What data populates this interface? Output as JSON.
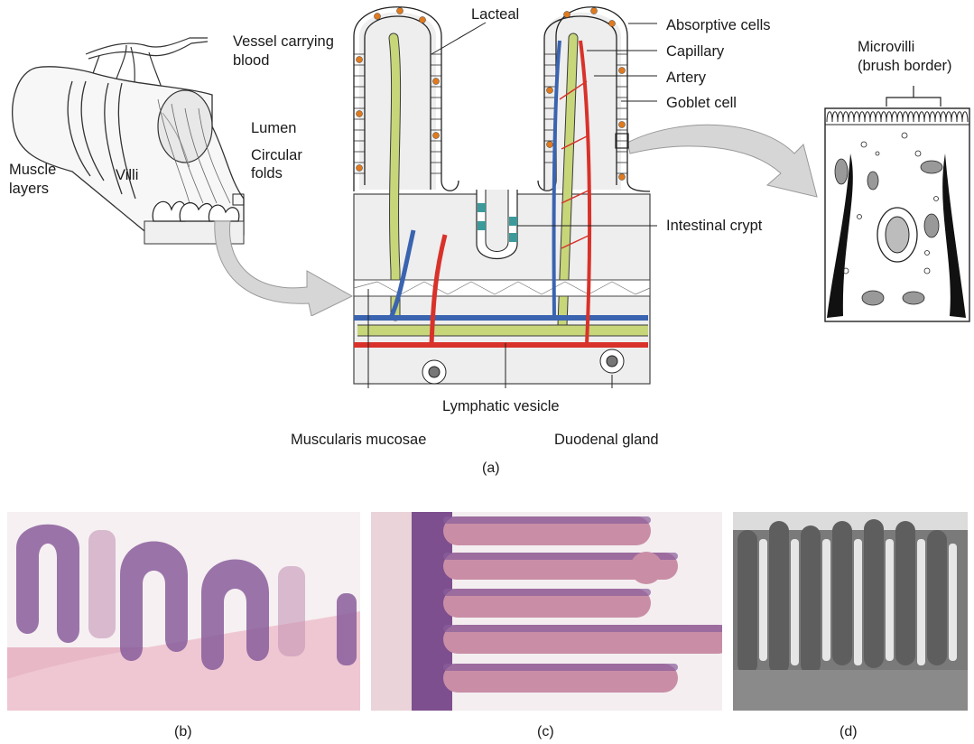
{
  "figure": {
    "panel_a": {
      "caption": "(a)",
      "labels": {
        "vessel": [
          "Vessel carrying",
          "blood"
        ],
        "lumen": "Lumen",
        "circular_folds": [
          "Circular",
          "folds"
        ],
        "muscle_layers": [
          "Muscle",
          "layers"
        ],
        "villi": "Villi",
        "lacteal": "Lacteal",
        "absorptive_cells": "Absorptive cells",
        "capillary": "Capillary",
        "artery": "Artery",
        "goblet_cell": "Goblet cell",
        "intestinal_crypt": "Intestinal crypt",
        "lymphatic_vesicle": "Lymphatic vesicle",
        "muscularis_mucosae": "Muscularis mucosae",
        "duodenal_gland": "Duodenal gland",
        "microvilli": [
          "Microvilli",
          "(brush border)"
        ]
      }
    },
    "panel_b": {
      "caption": "(b)"
    },
    "panel_c": {
      "caption": "(c)"
    },
    "panel_d": {
      "caption": "(d)"
    },
    "colors": {
      "lacteal": "#c8d67a",
      "artery": "#d8322a",
      "vein": "#3a64b0",
      "goblet": "#e07a1f",
      "crypt_cells": "#3c9a9a",
      "he_pink": "#e8b8c6",
      "he_purple": "#8a5e9c"
    }
  }
}
